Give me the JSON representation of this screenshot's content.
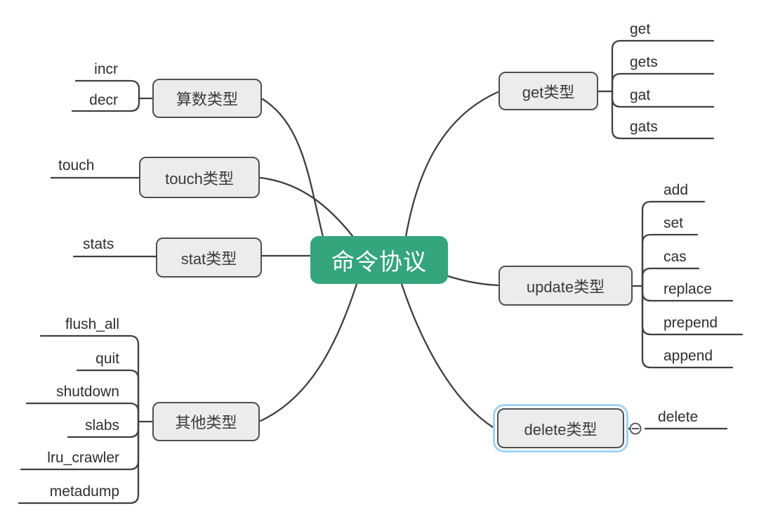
{
  "root": {
    "label": "命令协议"
  },
  "branches": [
    {
      "label": "算数类型",
      "side": "left",
      "children": [
        "incr",
        "decr"
      ]
    },
    {
      "label": "touch类型",
      "side": "left",
      "children": [
        "touch"
      ]
    },
    {
      "label": "stat类型",
      "side": "left",
      "children": [
        "stats"
      ]
    },
    {
      "label": "其他类型",
      "side": "left",
      "children": [
        "flush_all",
        "quit",
        "shutdown",
        "slabs",
        "lru_crawler",
        "metadump"
      ]
    },
    {
      "label": "get类型",
      "side": "right",
      "children": [
        "get",
        "gets",
        "gat",
        "gats"
      ]
    },
    {
      "label": "update类型",
      "side": "right",
      "children": [
        "add",
        "set",
        "cas",
        "replace",
        "prepend",
        "append"
      ]
    },
    {
      "label": "delete类型",
      "side": "right",
      "selected": true,
      "collapse_icon": "minus-circle",
      "children": [
        "delete"
      ]
    }
  ],
  "colors": {
    "root_bg": "#34a57d",
    "root_text": "#ffffff",
    "topic_bg": "#ececec",
    "topic_border": "#4f4f4f",
    "line": "#3f3f3f",
    "selection_halo": "#a2d2f5",
    "background": "#ffffff"
  }
}
